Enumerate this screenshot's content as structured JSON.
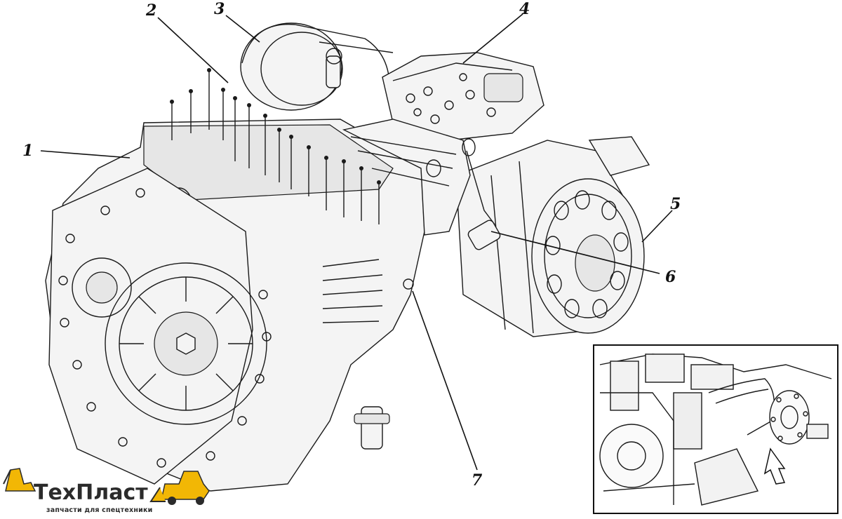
{
  "diagram": {
    "subject": "transmission-assembly",
    "callouts": [
      {
        "id": "callout-1",
        "label": "1"
      },
      {
        "id": "callout-2",
        "label": "2"
      },
      {
        "id": "callout-3",
        "label": "3"
      },
      {
        "id": "callout-4",
        "label": "4"
      },
      {
        "id": "callout-5",
        "label": "5"
      },
      {
        "id": "callout-6",
        "label": "6"
      },
      {
        "id": "callout-7",
        "label": "7"
      }
    ]
  },
  "logo": {
    "brand": "ТехПласт",
    "tagline": "запчасти для спецтехники",
    "color": "#f2b705"
  }
}
